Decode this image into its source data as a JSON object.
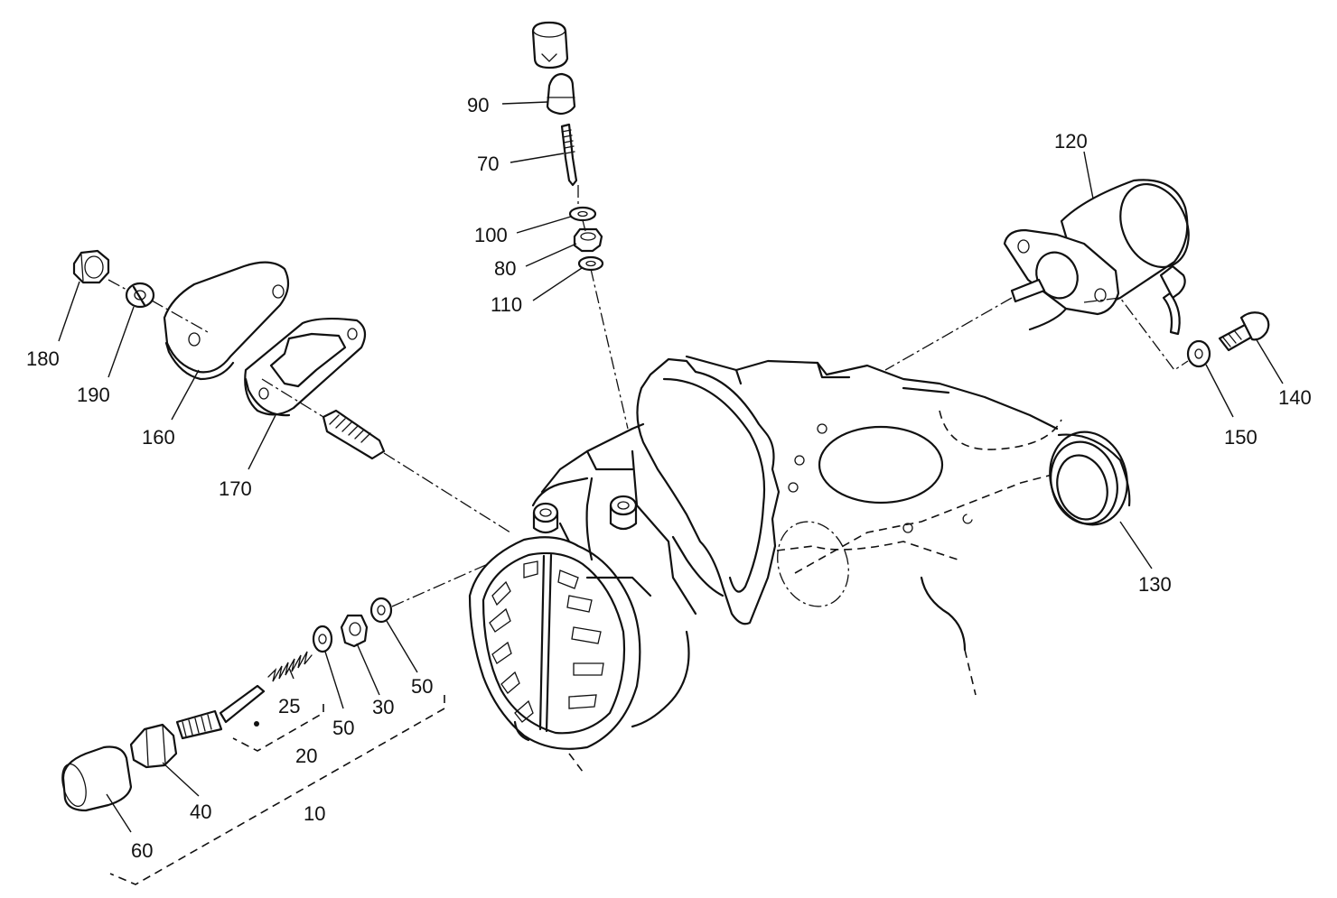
{
  "labels": {
    "p10": "10",
    "p20": "20",
    "p25": "25",
    "p30": "30",
    "p40": "40",
    "p50a": "50",
    "p50b": "50",
    "p60": "60",
    "p70": "70",
    "p80": "80",
    "p90": "90",
    "p100": "100",
    "p110": "110",
    "p120": "120",
    "p130": "130",
    "p140": "140",
    "p150": "150",
    "p160": "160",
    "p170": "170",
    "p180": "180",
    "p190": "190"
  }
}
